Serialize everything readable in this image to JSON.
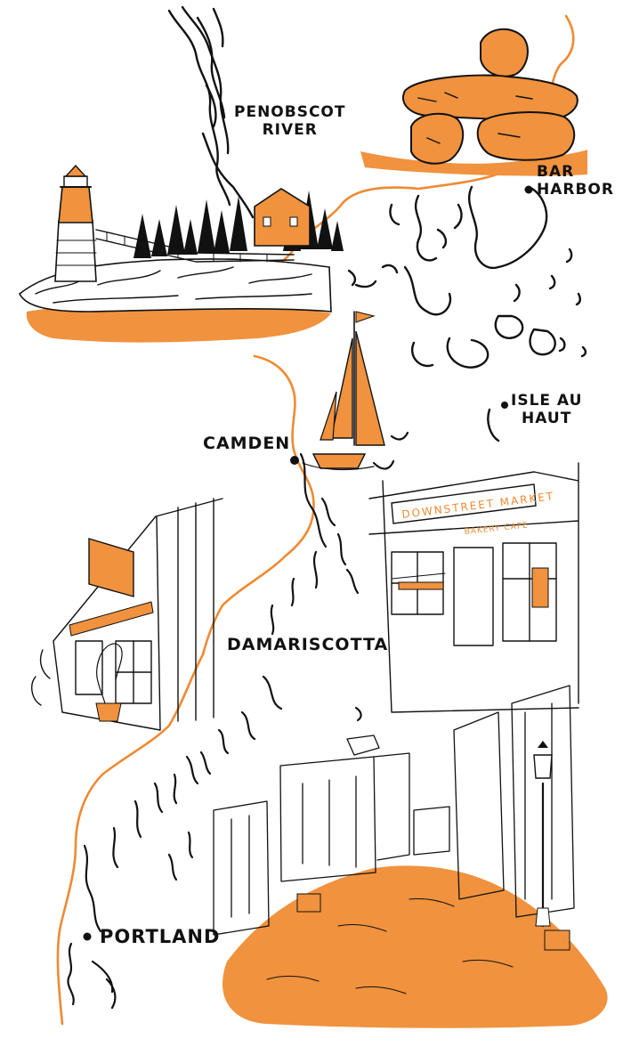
{
  "map": {
    "colors": {
      "ink": "#111111",
      "accent": "#f0923e",
      "route": "#ef8a33",
      "paper": "#ffffff"
    },
    "labels": {
      "penobscot_line1": "PENOBSCOT",
      "penobscot_line2": "RIVER",
      "bar_harbor_line1": "BAR",
      "bar_harbor_line2": "HARBOR",
      "isle_au_haut_line1": "ISLE AU",
      "isle_au_haut_line2": "HAUT",
      "camden": "CAMDEN",
      "damariscotta": "DAMARISCOTTA",
      "portland": "PORTLAND"
    },
    "signs": {
      "market_sign": "DOWNSTREET MARKET",
      "bakery_sign": "BAKERY CAFE"
    }
  }
}
